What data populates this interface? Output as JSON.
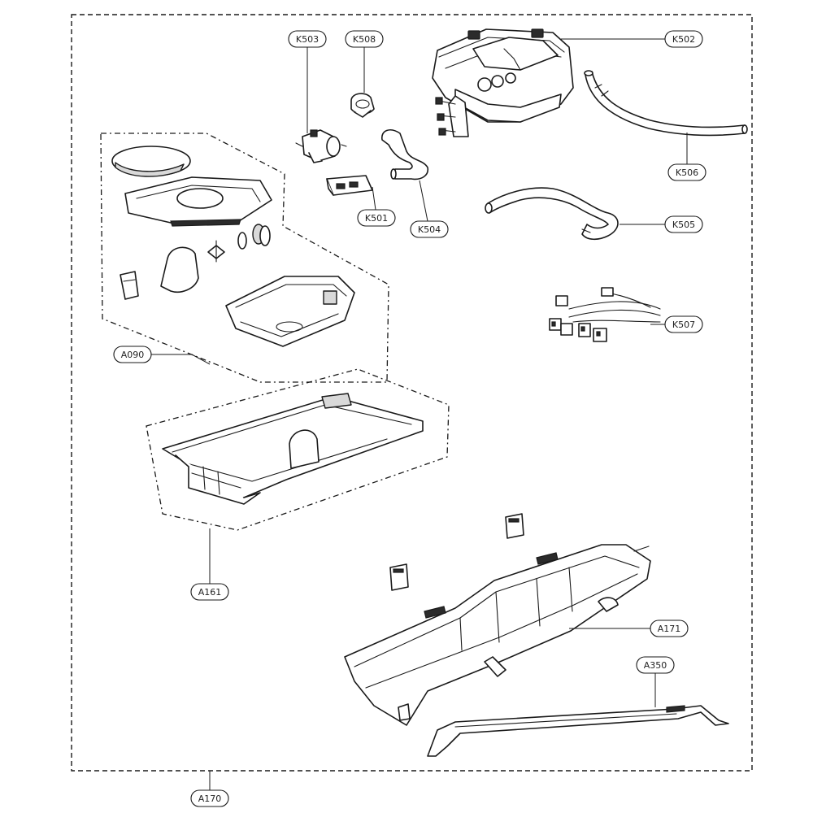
{
  "labels": {
    "K503": "K503",
    "K508": "K508",
    "K502": "K502",
    "K506": "K506",
    "K501": "K501",
    "K504": "K504",
    "K505": "K505",
    "K507": "K507",
    "A090": "A090",
    "A161": "A161",
    "A171": "A171",
    "A350": "A350",
    "A170": "A170"
  }
}
